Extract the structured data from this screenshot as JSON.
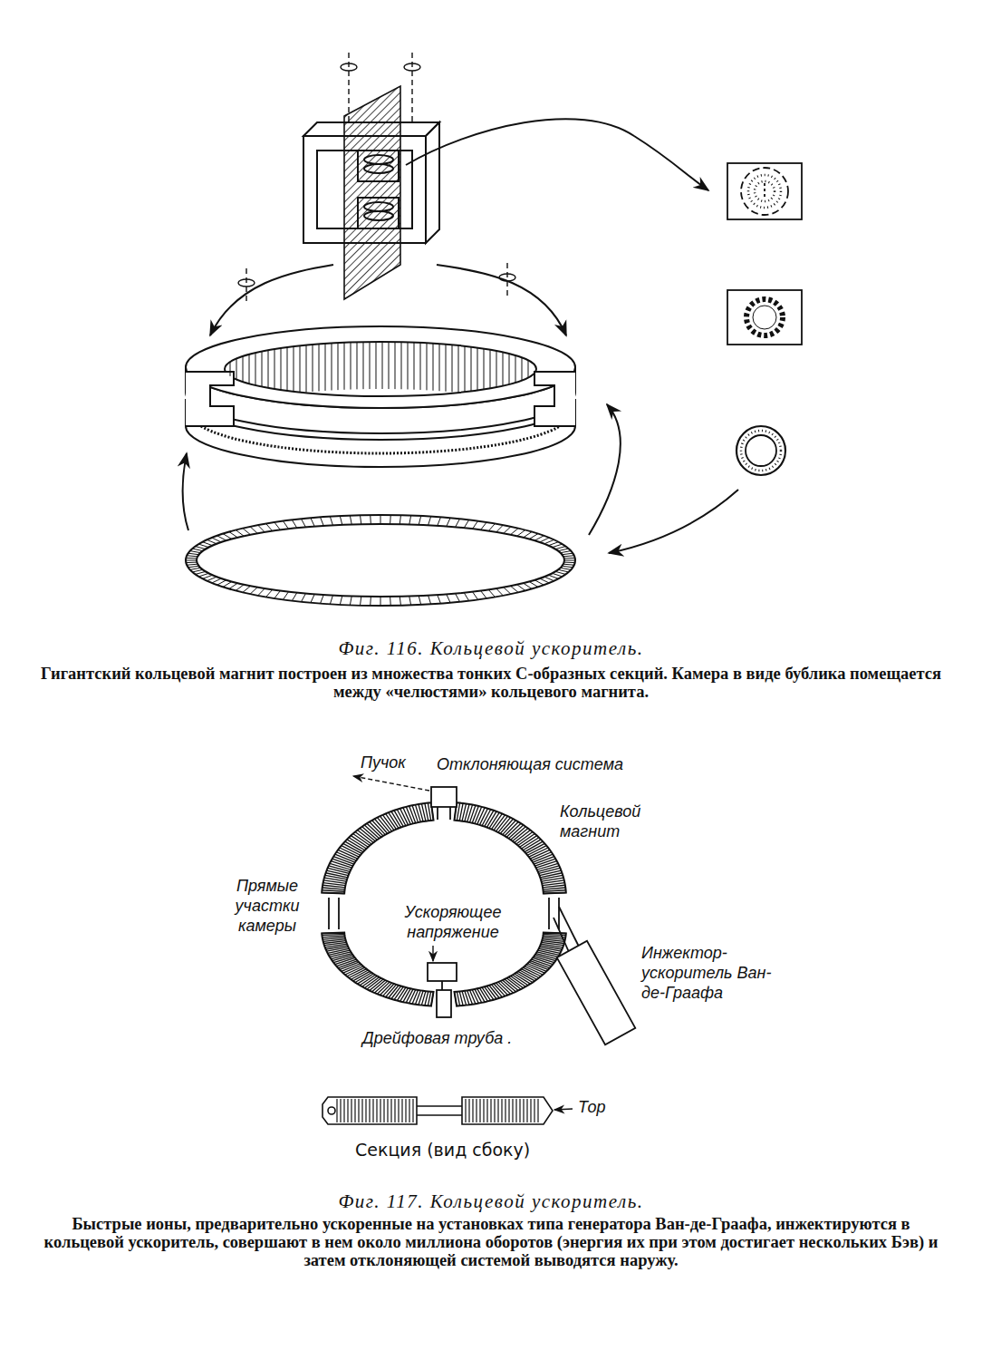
{
  "diagram": {
    "labels": [
      "Фиг. 116. Кольцевой ускоритель.",
      "Гигантский кольцевой магнит построен из множества тонких С-образных секций. Камера в виде бублика помещается между «челюстями» кольцевого магнита.",
      "Пучок",
      "Отклоняющая система",
      "Кольцевой магнит",
      "Прямые участки камеры",
      "Ускоряющее напряжение",
      "Инжектор-ускоритель Ван-де-Граафа",
      "Дрейфовая труба .",
      "Тор",
      "Секция (вид сбоку)",
      "Фиг. 117. Кольцевой ускоритель.",
      "Быстрые ионы, предварительно ускоренные на установках типа генератора Ван-де-Граафа, инжектируются в кольцевой ускоритель, совершают в нем около миллиона оборотов (энергия их при этом достигает нескольких Бэв) и затем отклоняющей системой выводятся наружу."
    ]
  }
}
